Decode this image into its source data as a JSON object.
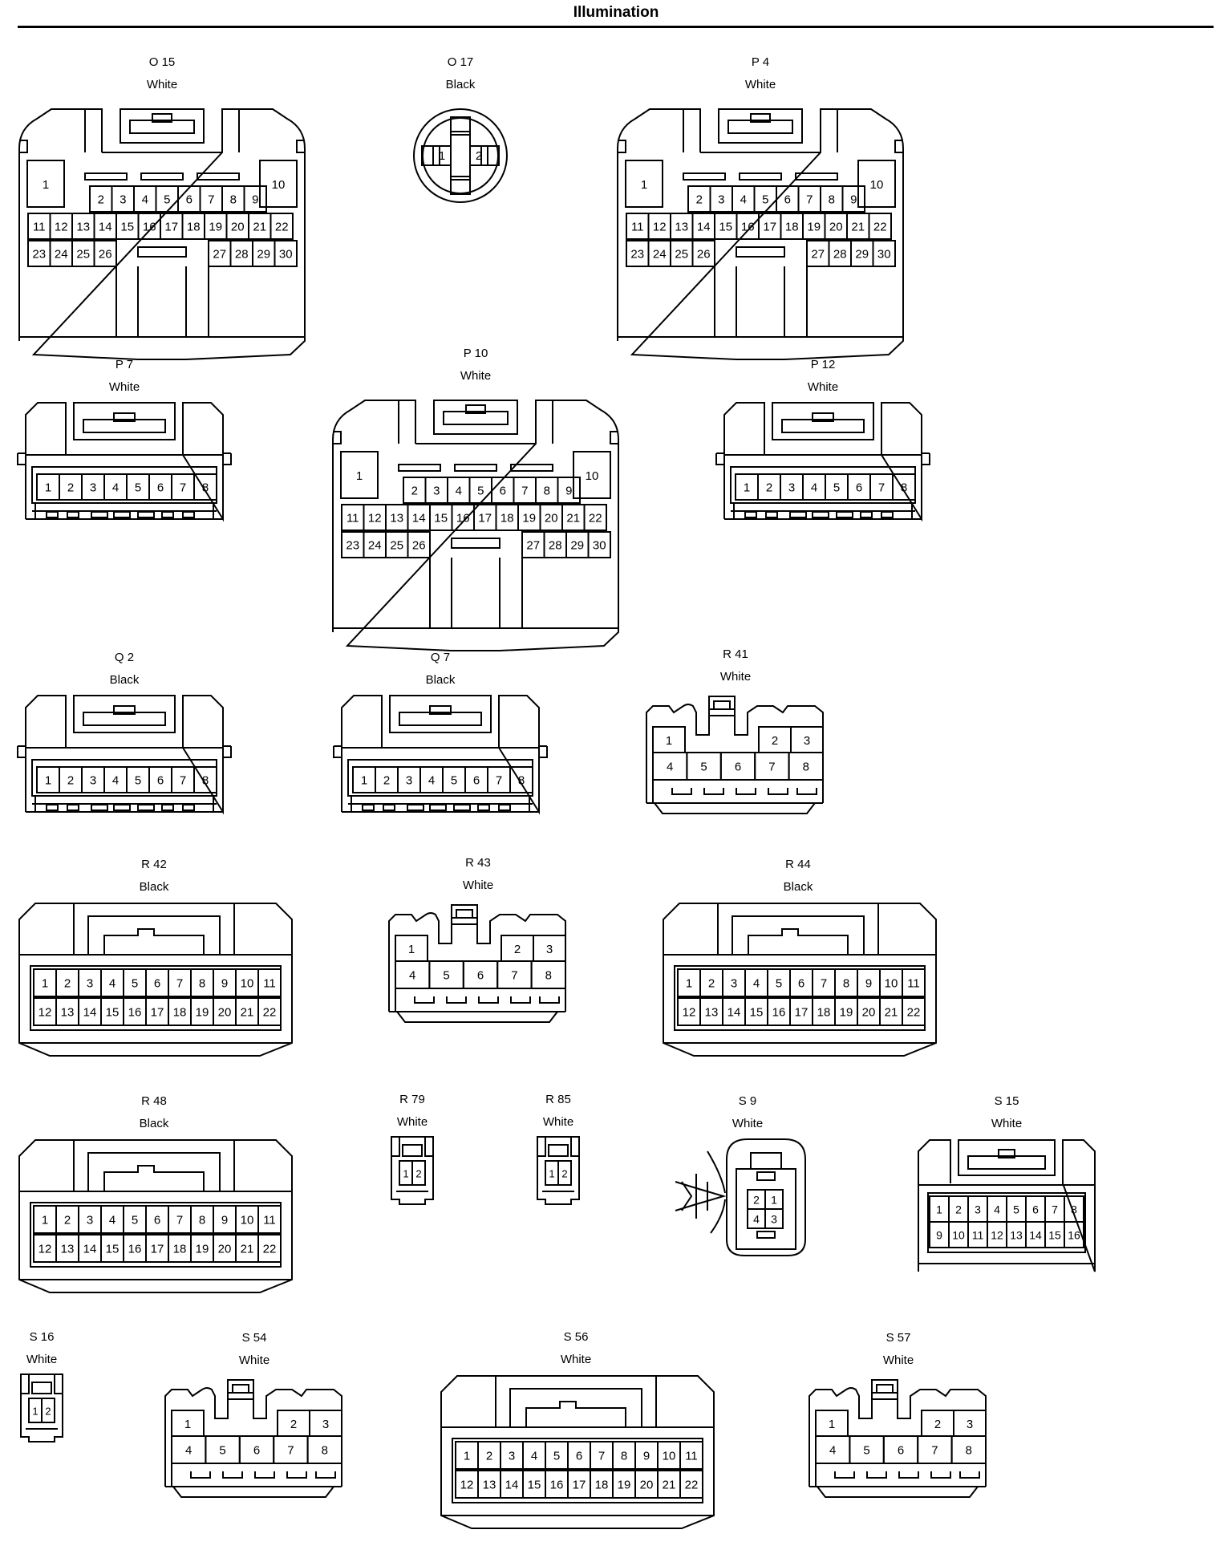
{
  "title": "Illumination",
  "connectors": [
    {
      "id": "O 15",
      "color": "White"
    },
    {
      "id": "O 17",
      "color": "Black"
    },
    {
      "id": "P 4",
      "color": "White"
    },
    {
      "id": "P 7",
      "color": "White"
    },
    {
      "id": "P 10",
      "color": "White"
    },
    {
      "id": "P 12",
      "color": "White"
    },
    {
      "id": "Q 2",
      "color": "Black"
    },
    {
      "id": "Q 7",
      "color": "Black"
    },
    {
      "id": "R 41",
      "color": "White"
    },
    {
      "id": "R 42",
      "color": "Black"
    },
    {
      "id": "R 43",
      "color": "White"
    },
    {
      "id": "R 44",
      "color": "Black"
    },
    {
      "id": "R 48",
      "color": "Black"
    },
    {
      "id": "R 79",
      "color": "White"
    },
    {
      "id": "R 85",
      "color": "White"
    },
    {
      "id": "S 9",
      "color": "White"
    },
    {
      "id": "S 15",
      "color": "White"
    },
    {
      "id": "S 16",
      "color": "White"
    },
    {
      "id": "S 54",
      "color": "White"
    },
    {
      "id": "S 56",
      "color": "White"
    },
    {
      "id": "S 57",
      "color": "White"
    }
  ]
}
